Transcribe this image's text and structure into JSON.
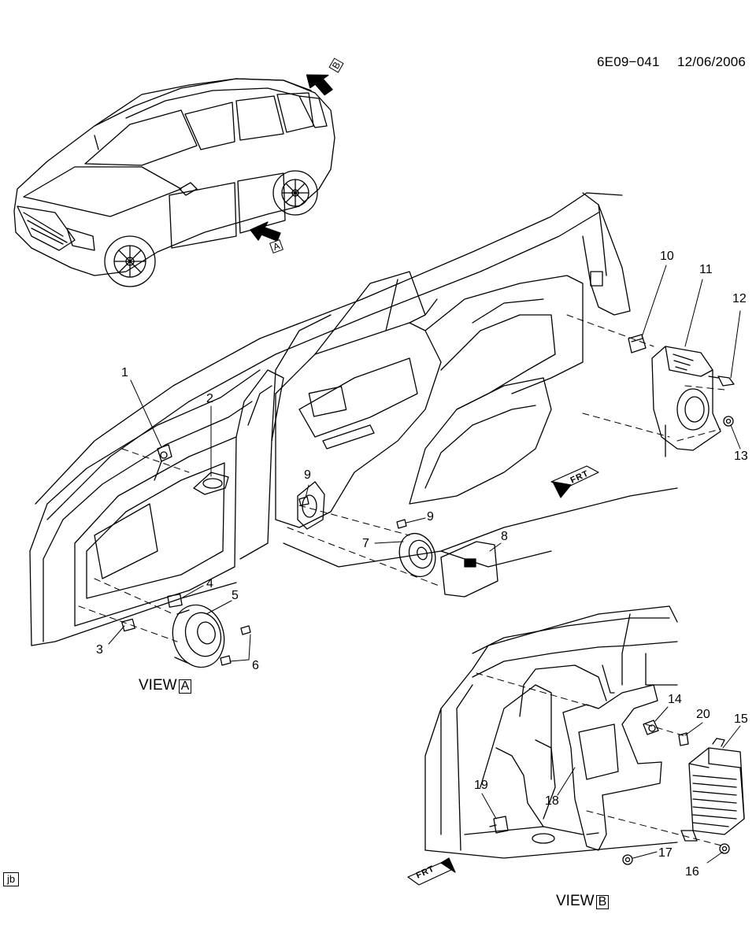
{
  "header": {
    "doc_code": "6E09−041",
    "date": "12/06/2006"
  },
  "views": {
    "a": {
      "prefix": "VIEW",
      "letter": "A"
    },
    "b": {
      "prefix": "VIEW",
      "letter": "B"
    }
  },
  "view_arrows": {
    "a": "A",
    "b": "B"
  },
  "front_indicators": {
    "upper": "FRT",
    "lower": "FRT"
  },
  "corner_tag": "jb",
  "callouts": [
    {
      "id": "1",
      "text": "1"
    },
    {
      "id": "2",
      "text": "2"
    },
    {
      "id": "3",
      "text": "3"
    },
    {
      "id": "4",
      "text": "4"
    },
    {
      "id": "5",
      "text": "5"
    },
    {
      "id": "6",
      "text": "6"
    },
    {
      "id": "7",
      "text": "7"
    },
    {
      "id": "8",
      "text": "8"
    },
    {
      "id": "9a",
      "text": "9"
    },
    {
      "id": "9b",
      "text": "9"
    },
    {
      "id": "10",
      "text": "10"
    },
    {
      "id": "11",
      "text": "11"
    },
    {
      "id": "12",
      "text": "12"
    },
    {
      "id": "13",
      "text": "13"
    },
    {
      "id": "14",
      "text": "14"
    },
    {
      "id": "15",
      "text": "15"
    },
    {
      "id": "16",
      "text": "16"
    },
    {
      "id": "17",
      "text": "17"
    },
    {
      "id": "18",
      "text": "18"
    },
    {
      "id": "19",
      "text": "19"
    },
    {
      "id": "20",
      "text": "20"
    }
  ]
}
